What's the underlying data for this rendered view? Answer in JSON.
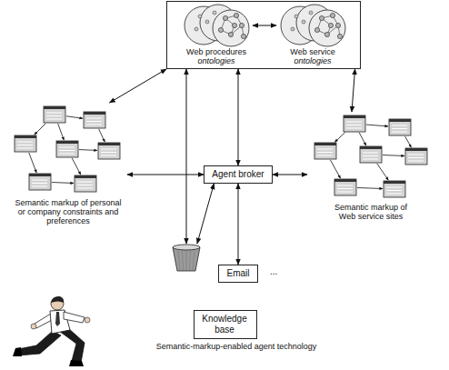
{
  "diagram": {
    "nodes": [
      {
        "text": []
      },
      {
        "text": [
          "Web procedures",
          "ontologies"
        ],
        "in": 0
      },
      {
        "text": [
          "Web service",
          "ontologies"
        ],
        "in": 0
      },
      {
        "text": [
          "Semantic markup of personal or company constraints and preferences"
        ]
      },
      {
        "text": [
          "Agent broker"
        ]
      },
      {
        "text": [
          "Semantic markup of Web service sites"
        ]
      },
      {
        "text": [
          "Email"
        ]
      },
      {
        "text": [
          "Knowledge base"
        ]
      },
      {
        "text": [
          "Semantic-markup-enabled agent technology"
        ]
      }
    ],
    "edges": [
      {
        "from": 1,
        "to": 2,
        "arrow": "both"
      },
      {
        "from": 0,
        "to": 3,
        "arrow": "both"
      },
      {
        "from": 0,
        "to": 5,
        "arrow": "both"
      },
      {
        "from": 0,
        "to": 4,
        "arrow": "both"
      },
      {
        "from": 3,
        "to": 4,
        "arrow": "both"
      },
      {
        "from": 4,
        "to": 5,
        "arrow": "both"
      },
      {
        "from": 4,
        "to": 6,
        "arrow": "both"
      },
      {
        "from": 0,
        "to": 8,
        "arrow": "both"
      },
      {
        "from": 8,
        "to": 4,
        "arrow": "both"
      }
    ],
    "labels": [
      "..."
    ]
  }
}
